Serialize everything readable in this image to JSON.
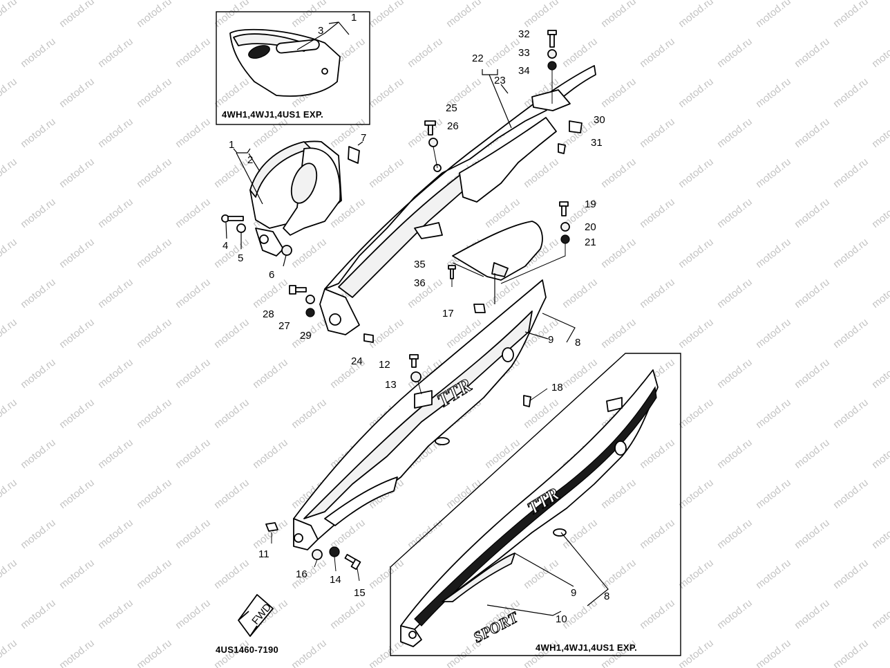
{
  "diagram": {
    "watermark_text": "motod.ru",
    "drawing_code": "4US1460-7190",
    "fwd_label": "FWD",
    "inset_top_caption": "4WH1,4WJ1,4US1 EXP.",
    "inset_bottom_caption": "4WH1,4WJ1,4US1 EXP.",
    "decal_main": "TTR",
    "decal_sport": "SPORT",
    "callouts": [
      {
        "id": "c1a",
        "text": "1"
      },
      {
        "id": "c3",
        "text": "3"
      },
      {
        "id": "c1b",
        "text": "1"
      },
      {
        "id": "c2",
        "text": "2"
      },
      {
        "id": "c7",
        "text": "7"
      },
      {
        "id": "c4",
        "text": "4"
      },
      {
        "id": "c5",
        "text": "5"
      },
      {
        "id": "c6",
        "text": "6"
      },
      {
        "id": "c32",
        "text": "32"
      },
      {
        "id": "c33",
        "text": "33"
      },
      {
        "id": "c34",
        "text": "34"
      },
      {
        "id": "c22",
        "text": "22"
      },
      {
        "id": "c23",
        "text": "23"
      },
      {
        "id": "c25",
        "text": "25"
      },
      {
        "id": "c26",
        "text": "26"
      },
      {
        "id": "c30",
        "text": "30"
      },
      {
        "id": "c31",
        "text": "31"
      },
      {
        "id": "c19",
        "text": "19"
      },
      {
        "id": "c20",
        "text": "20"
      },
      {
        "id": "c21",
        "text": "21"
      },
      {
        "id": "c35",
        "text": "35"
      },
      {
        "id": "c36",
        "text": "36"
      },
      {
        "id": "c28",
        "text": "28"
      },
      {
        "id": "c27",
        "text": "27"
      },
      {
        "id": "c29",
        "text": "29"
      },
      {
        "id": "c17",
        "text": "17"
      },
      {
        "id": "c9a",
        "text": "9"
      },
      {
        "id": "c8a",
        "text": "8"
      },
      {
        "id": "c24",
        "text": "24"
      },
      {
        "id": "c12",
        "text": "12"
      },
      {
        "id": "c13",
        "text": "13"
      },
      {
        "id": "c18",
        "text": "18"
      },
      {
        "id": "c11",
        "text": "11"
      },
      {
        "id": "c16",
        "text": "16"
      },
      {
        "id": "c14",
        "text": "14"
      },
      {
        "id": "c15",
        "text": "15"
      },
      {
        "id": "c9b",
        "text": "9"
      },
      {
        "id": "c8b",
        "text": "8"
      },
      {
        "id": "c10",
        "text": "10"
      }
    ]
  }
}
